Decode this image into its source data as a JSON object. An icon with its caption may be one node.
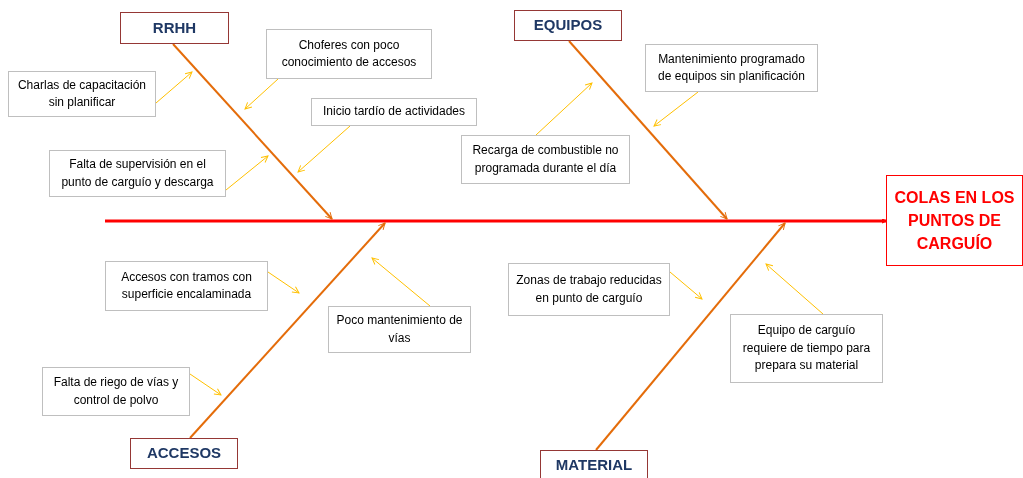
{
  "diagram": {
    "nodes": [
      {
        "text": [
          "RRHH"
        ]
      },
      {
        "text": [
          "EQUIPOS"
        ]
      },
      {
        "text": [
          "ACCESOS"
        ]
      },
      {
        "text": [
          "MATERIAL"
        ]
      },
      {
        "text": [
          "COLAS EN LOS PUNTOS DE CARGUÍO"
        ]
      },
      {
        "text": [
          "Charlas de capacitación sin planificar"
        ]
      },
      {
        "text": [
          "Choferes con poco conocimiento de accesos"
        ]
      },
      {
        "text": [
          "Inicio tardío de actividades"
        ]
      },
      {
        "text": [
          "Falta de supervisión en el punto de carguío y descarga"
        ]
      },
      {
        "text": [
          "Recarga de combustible no programada durante el día"
        ]
      },
      {
        "text": [
          "Mantenimiento programado de equipos sin planificación"
        ]
      },
      {
        "text": [
          "Accesos con tramos con superficie encalaminada"
        ]
      },
      {
        "text": [
          "Poco mantenimiento de vías"
        ]
      },
      {
        "text": [
          "Falta de riego de vías y control de polvo"
        ]
      },
      {
        "text": [
          "Zonas de trabajo reducidas en punto de carguío"
        ]
      },
      {
        "text": [
          "Equipo de carguío requiere de tiempo para prepara su material"
        ]
      }
    ],
    "edges": [
      {
        "from": null,
        "to": 4,
        "arrow": "to",
        "style": "thick",
        "color": "#ff0000"
      },
      {
        "from": 0,
        "to": null,
        "arrow": "to",
        "color": "#e46c0a"
      },
      {
        "from": 1,
        "to": null,
        "arrow": "to",
        "color": "#e46c0a"
      },
      {
        "from": 2,
        "to": null,
        "arrow": "to",
        "color": "#e46c0a"
      },
      {
        "from": 3,
        "to": null,
        "arrow": "to",
        "color": "#e46c0a"
      },
      {
        "from": 5,
        "to": null,
        "arrow": "to"
      },
      {
        "from": 6,
        "to": null,
        "arrow": "to"
      },
      {
        "from": 7,
        "to": null,
        "arrow": "to"
      },
      {
        "from": 8,
        "to": null,
        "arrow": "to"
      },
      {
        "from": 9,
        "to": null,
        "arrow": "to"
      },
      {
        "from": 10,
        "to": null,
        "arrow": "to"
      },
      {
        "from": 11,
        "to": null,
        "arrow": "to"
      },
      {
        "from": 12,
        "to": null,
        "arrow": "to"
      },
      {
        "from": 13,
        "to": null,
        "arrow": "to"
      },
      {
        "from": 14,
        "to": null,
        "arrow": "to"
      },
      {
        "from": 15,
        "to": null,
        "arrow": "to"
      }
    ]
  }
}
